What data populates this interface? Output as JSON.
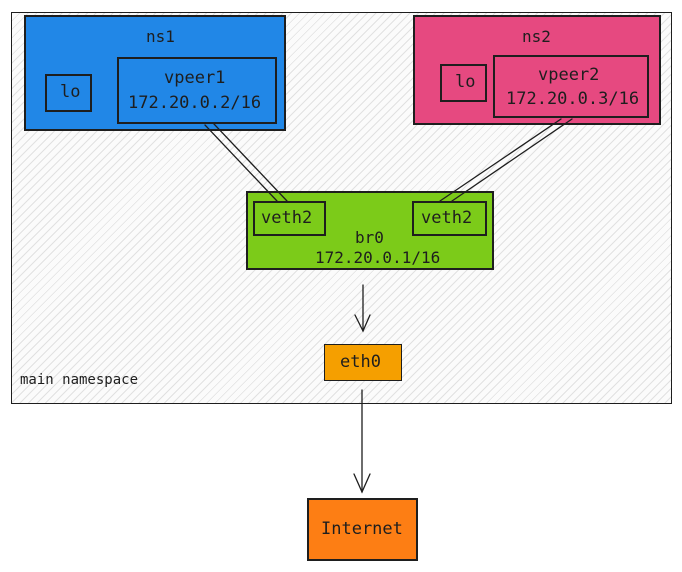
{
  "main_namespace": {
    "label": "main namespace"
  },
  "ns1": {
    "label": "ns1",
    "loopback": "lo",
    "interface": {
      "name": "vpeer1",
      "ip": "172.20.0.2/16"
    }
  },
  "ns2": {
    "label": "ns2",
    "loopback": "lo",
    "interface": {
      "name": "vpeer2",
      "ip": "172.20.0.3/16"
    }
  },
  "bridge": {
    "name": "br0",
    "ip": "172.20.0.1/16",
    "ports": [
      "veth2",
      "veth2"
    ]
  },
  "eth0": {
    "label": "eth0"
  },
  "internet": {
    "label": "Internet"
  },
  "colors": {
    "ns1": "#2187e7",
    "ns2": "#e64980",
    "bridge": "#7ccb19",
    "eth0": "#f59f00",
    "internet": "#fd7e14",
    "stroke": "#1e1e1e"
  }
}
